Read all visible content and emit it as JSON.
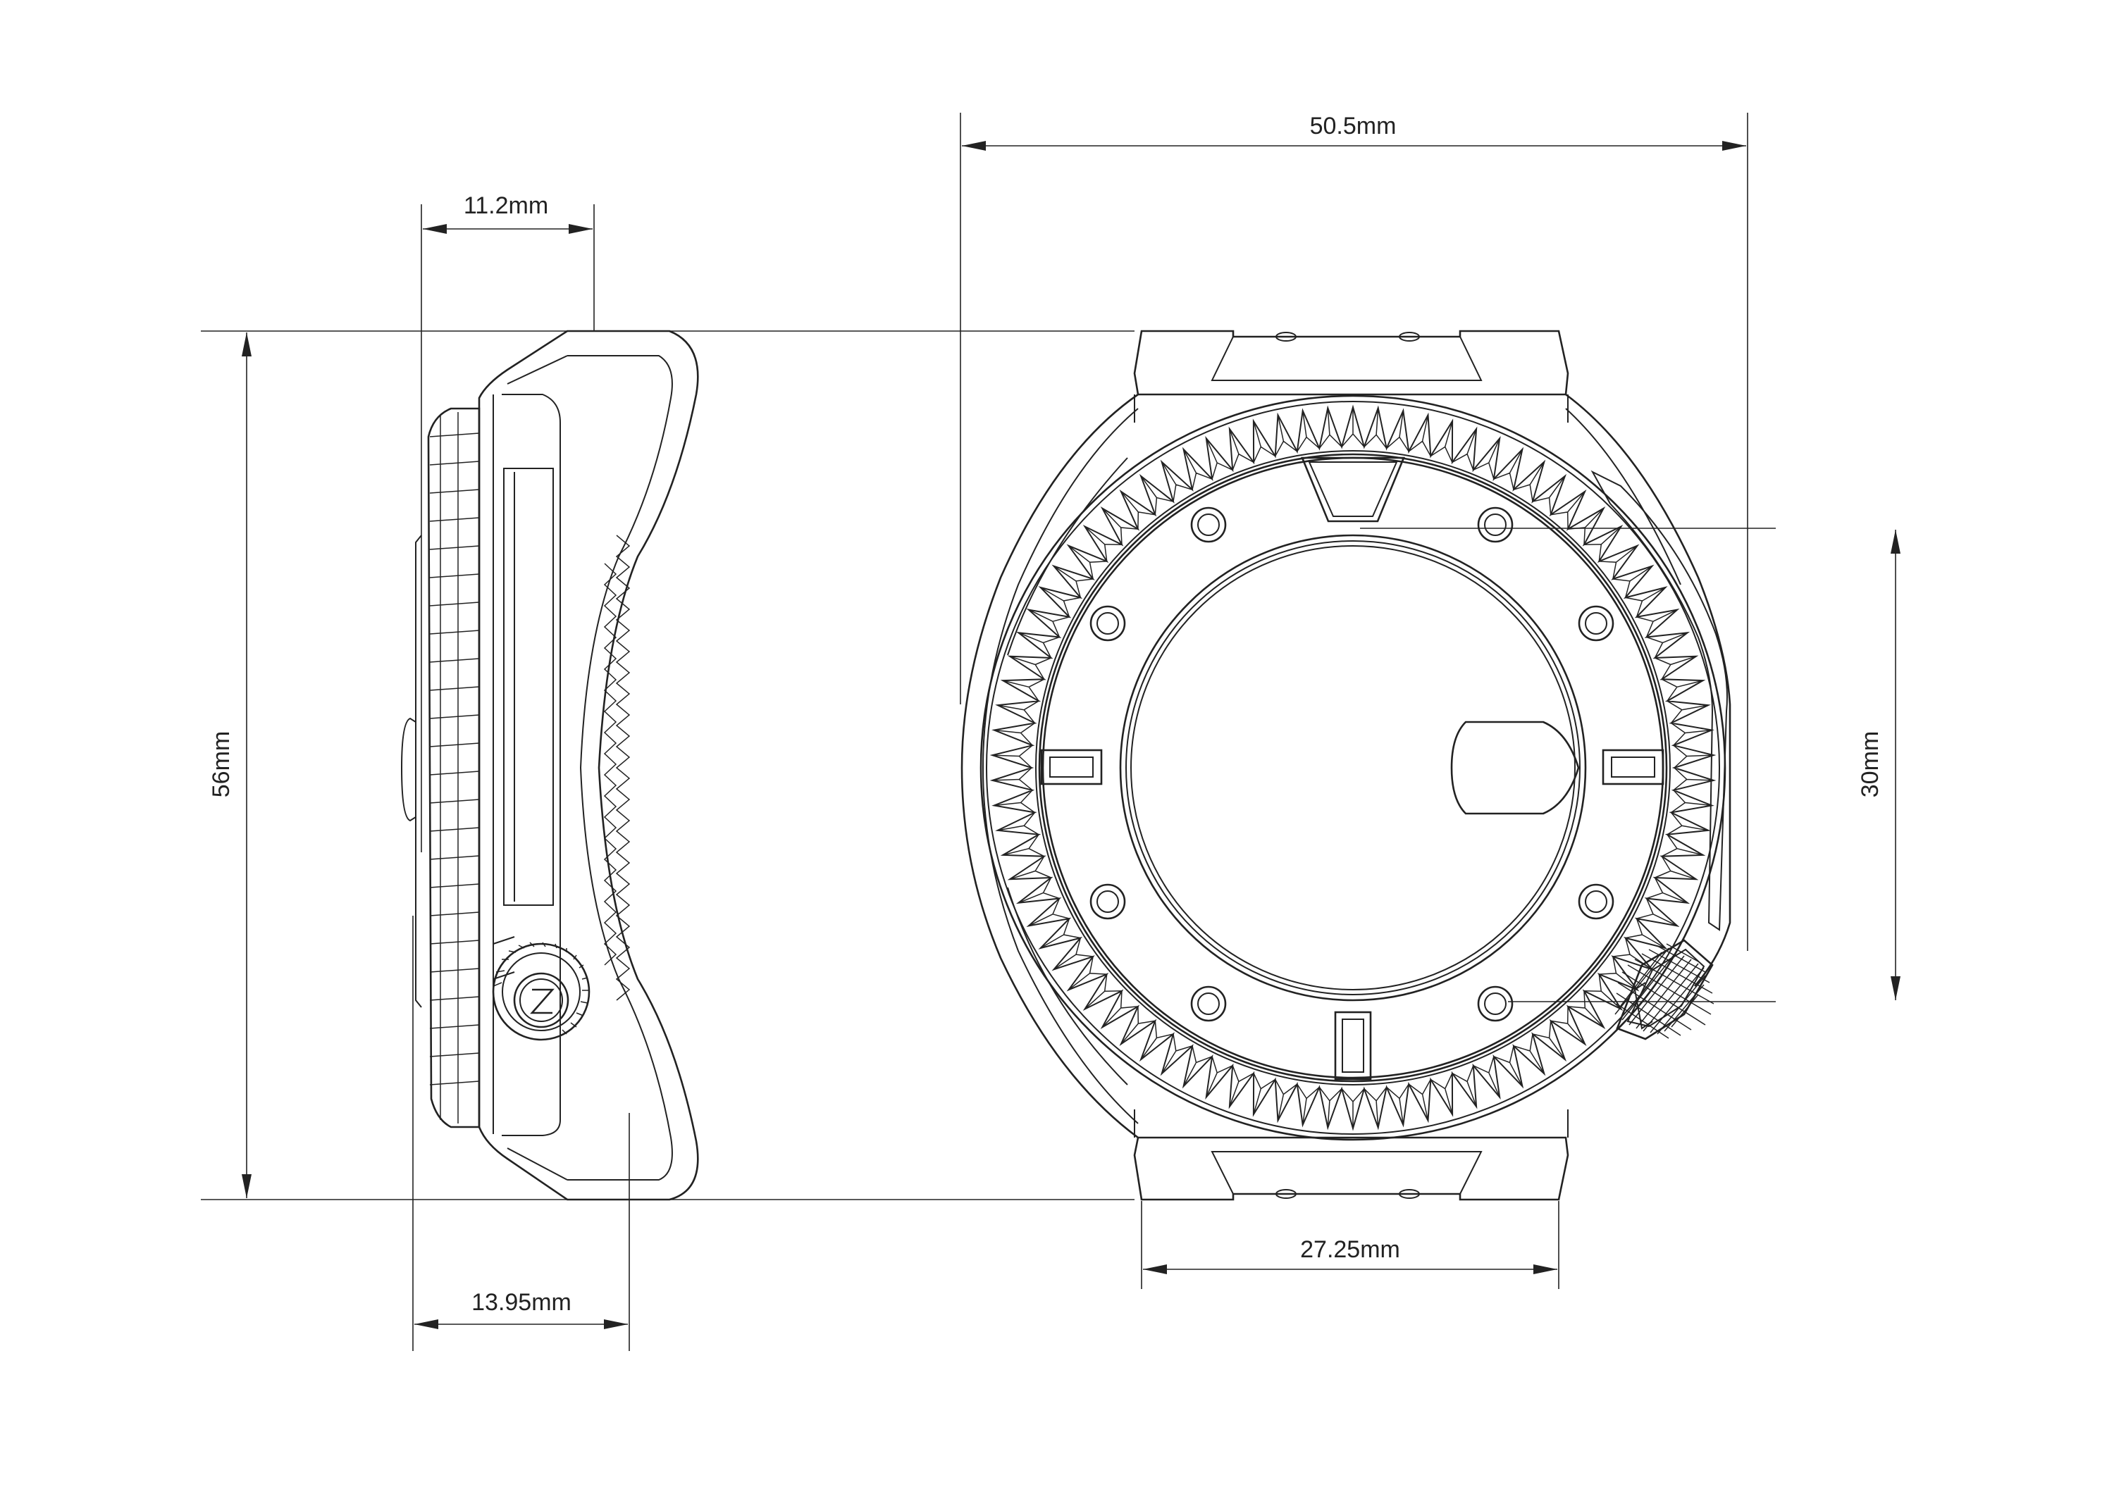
{
  "dimensions": {
    "side_depth_top": "11.2mm",
    "side_depth_bottom": "13.95mm",
    "overall_height": "56mm",
    "case_width": "50.5mm",
    "window_height": "30mm",
    "lug_width": "27.25mm"
  },
  "colors": {
    "line": "#222222",
    "background": "#ffffff"
  }
}
